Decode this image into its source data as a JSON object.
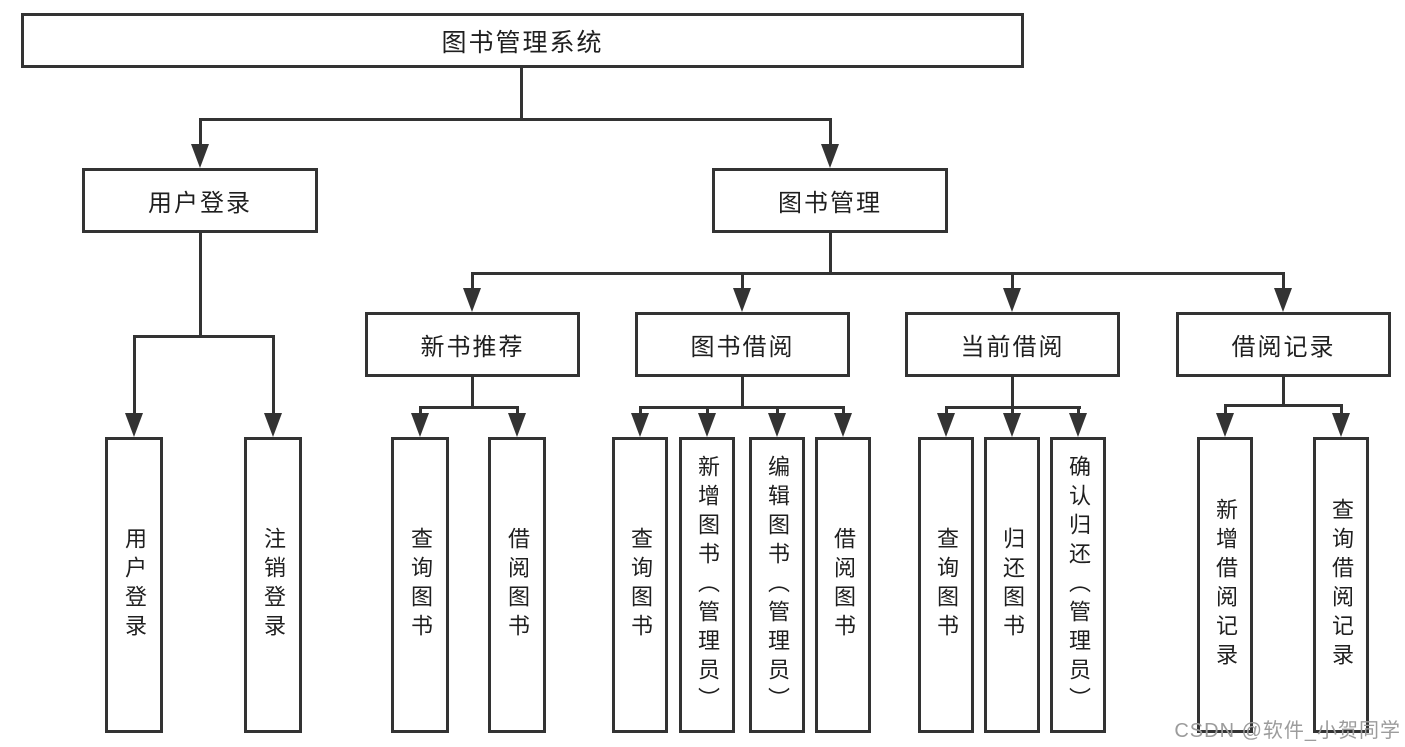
{
  "diagram": {
    "root_label": "图书管理系统",
    "branches": {
      "user_login": {
        "label": "用户登录",
        "children": [
          "用户登录",
          "注销登录"
        ]
      },
      "book_mgmt": {
        "label": "图书管理",
        "children": {
          "new_book_rec": {
            "label": "新书推荐",
            "children": [
              "查询图书",
              "借阅图书"
            ]
          },
          "book_borrow": {
            "label": "图书借阅",
            "children": [
              "查询图书",
              "新增图书（管理员）",
              "编辑图书（管理员）",
              "借阅图书"
            ]
          },
          "current_borrow": {
            "label": "当前借阅",
            "children": [
              "查询图书",
              "归还图书",
              "确认归还（管理员）"
            ]
          },
          "borrow_record": {
            "label": "借阅记录",
            "children": [
              "新增借阅记录",
              "查询借阅记录"
            ]
          }
        }
      }
    },
    "watermark": "CSDN @软件_小贺同学",
    "colors": {
      "line": "#333333",
      "text": "#1f1f1f",
      "watermark": "#9c9c9c",
      "background": "#ffffff"
    }
  }
}
